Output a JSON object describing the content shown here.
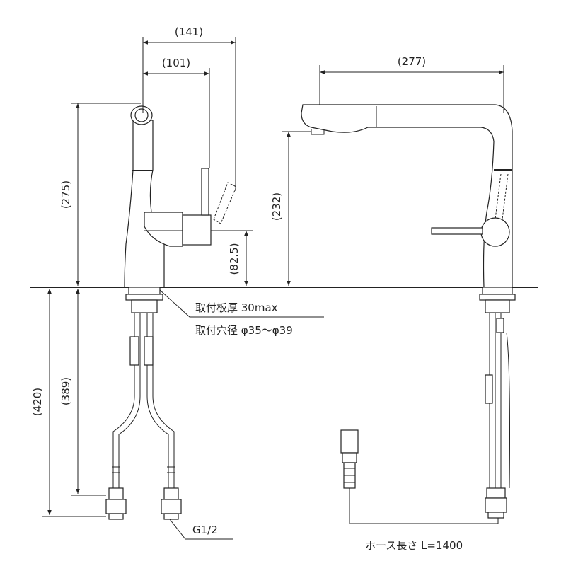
{
  "dimensions": {
    "width_overall": "(141)",
    "width_lever": "(101)",
    "reach": "(277)",
    "height_total": "(275)",
    "height_spout": "(232)",
    "height_handle": "(82.5)",
    "depth_total": "(420)",
    "depth_supply": "(389)"
  },
  "notes": {
    "deck_thickness": "取付板厚 30max",
    "mount_hole": "取付穴径 φ35～φ39",
    "connection": "G1/2",
    "hose_length": "ホース長さ L=1400"
  }
}
